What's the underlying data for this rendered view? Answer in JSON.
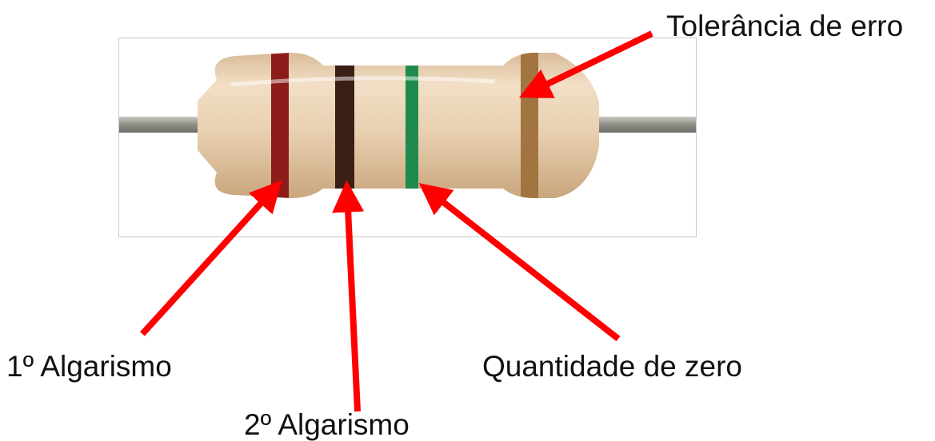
{
  "labels": {
    "tolerance": "Tolerância de erro",
    "first_digit": "1º Algarismo",
    "second_digit": "2º Algarismo",
    "multiplier": "Quantidade de zero"
  },
  "colors": {
    "arrow": "#ff0000",
    "body": "#e6cdae",
    "band_1": "#8c1c1a",
    "band_2": "#3a1f14",
    "band_3": "#1e8a4e",
    "band_4": "#a27440",
    "lead": "#9a9a92"
  },
  "resistor": {
    "bands": [
      {
        "name": "band-red",
        "color_key": "band_1"
      },
      {
        "name": "band-black",
        "color_key": "band_2"
      },
      {
        "name": "band-green",
        "color_key": "band_3"
      },
      {
        "name": "band-tolerance",
        "color_key": "band_4"
      }
    ]
  }
}
